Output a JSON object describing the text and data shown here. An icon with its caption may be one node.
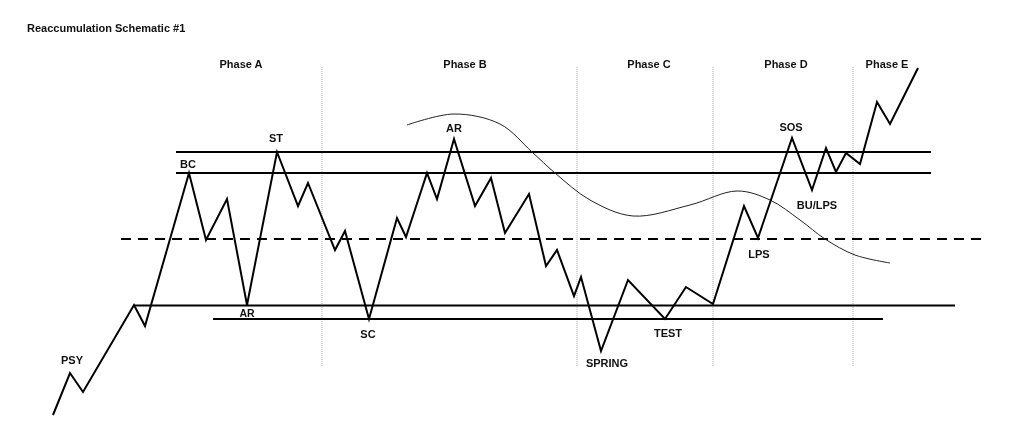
{
  "diagram": {
    "title": "Reaccumulation Schematic #1",
    "labels": [
      "Phase A",
      "Phase B",
      "Phase C",
      "Phase D",
      "Phase E",
      "AR",
      "SOS",
      "ST",
      "BC",
      "BU/LPS",
      "LPS",
      "AR",
      "SC",
      "TEST",
      "PSY",
      "SPRING"
    ]
  }
}
